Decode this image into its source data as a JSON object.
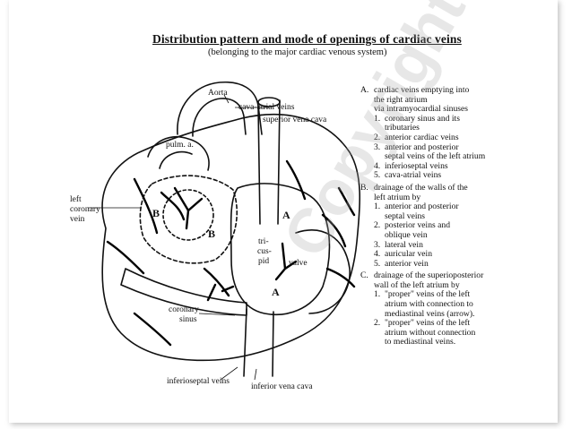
{
  "title": "Distribution pattern and mode of openings of cardiac veins",
  "subtitle": "(belonging to the major cardiac venous system)",
  "diagram_labels": {
    "aorta": "Aorta",
    "cava_atrial": "cava-atrial veins",
    "svc": "superior vena cava",
    "pulm": "pulm. a.",
    "left_coronary_1": "left",
    "left_coronary_2": "coronary",
    "left_coronary_3": "vein",
    "tricuspid_1": "tri-",
    "tricuspid_2": "cus-",
    "tricuspid_3": "pid",
    "valve": "valve",
    "coronary_sinus_1": "coronary",
    "coronary_sinus_2": "sinus",
    "inferioseptal": "inferioseptal veins",
    "ivc": "inferior vena cava",
    "marker_a": "A",
    "marker_b": "B"
  },
  "legend": [
    {
      "letter": "A.",
      "heading": "cardiac veins emptying into\nthe right atrium\nvia intramyocardial sinuses",
      "items": [
        {
          "num": "1.",
          "text": "coronary sinus and its\ntributaries"
        },
        {
          "num": "2.",
          "text": "anterior cardiac veins"
        },
        {
          "num": "3.",
          "text": "anterior and posterior\nseptal veins of the left atrium"
        },
        {
          "num": "4.",
          "text": "inferioseptal veins"
        },
        {
          "num": "5.",
          "text": "cava-atrial veins"
        }
      ]
    },
    {
      "letter": "B.",
      "heading": "drainage of the walls of the\nleft atrium by",
      "items": [
        {
          "num": "1.",
          "text": "anterior and posterior\nseptal veins"
        },
        {
          "num": "2.",
          "text": "posterior veins and\noblique vein"
        },
        {
          "num": "3.",
          "text": "lateral vein"
        },
        {
          "num": "4.",
          "text": "auricular vein"
        },
        {
          "num": "5.",
          "text": "anterior vein"
        }
      ]
    },
    {
      "letter": "C.",
      "heading": "drainage of the superioposterior\nwall of the left atrium by",
      "items": [
        {
          "num": "1.",
          "text": "\"proper\" veins of the left\natrium with connection to\nmediastinal veins (arrow)."
        },
        {
          "num": "2.",
          "text": "\"proper\" veins of the left\natrium without connection\nto mediastinal veins."
        }
      ]
    }
  ],
  "watermark": "Copyright"
}
